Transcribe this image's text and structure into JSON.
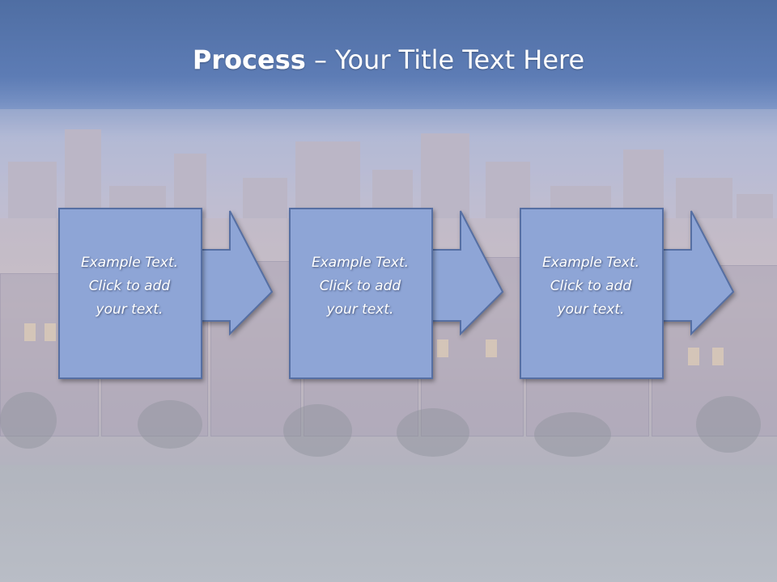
{
  "slide": {
    "title_bold": "Process",
    "title_rest": " – Your Title Text Here"
  },
  "steps": [
    {
      "text": "Example Text.\nClick  to add\nyour text."
    },
    {
      "text": "Example Text.\nClick  to add\nyour text."
    },
    {
      "text": "Example Text.\nClick  to add\nyour text."
    }
  ],
  "colors": {
    "title_band": "#5d7cb5",
    "box_fill": "#8ea5d6",
    "box_stroke": "#566fa3",
    "text": "#ffffff"
  }
}
